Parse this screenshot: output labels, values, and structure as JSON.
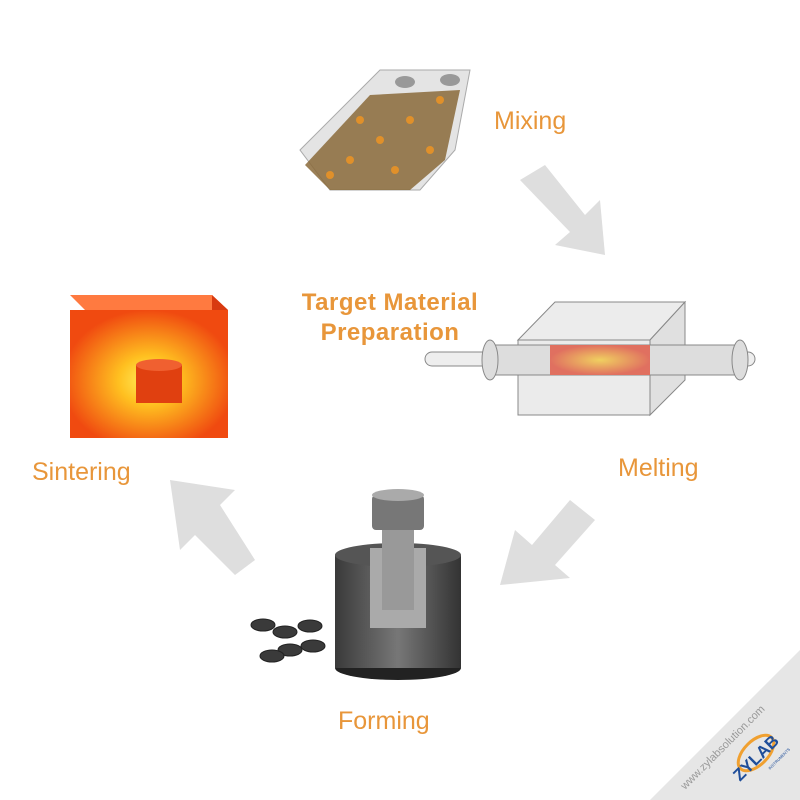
{
  "title": {
    "line1": "Target Material",
    "line2": "Preparation"
  },
  "steps": [
    {
      "label": "Mixing"
    },
    {
      "label": "Melting"
    },
    {
      "label": "Forming"
    },
    {
      "label": "Sintering"
    }
  ],
  "watermark": {
    "url": "www.zylabsolution.com",
    "brand": "ZYLAB",
    "sub": "INSTRUMENTS"
  },
  "colors": {
    "accent": "#E8963A",
    "arrow": "#DEDEDE",
    "logo_blue": "#1F4E9A"
  }
}
